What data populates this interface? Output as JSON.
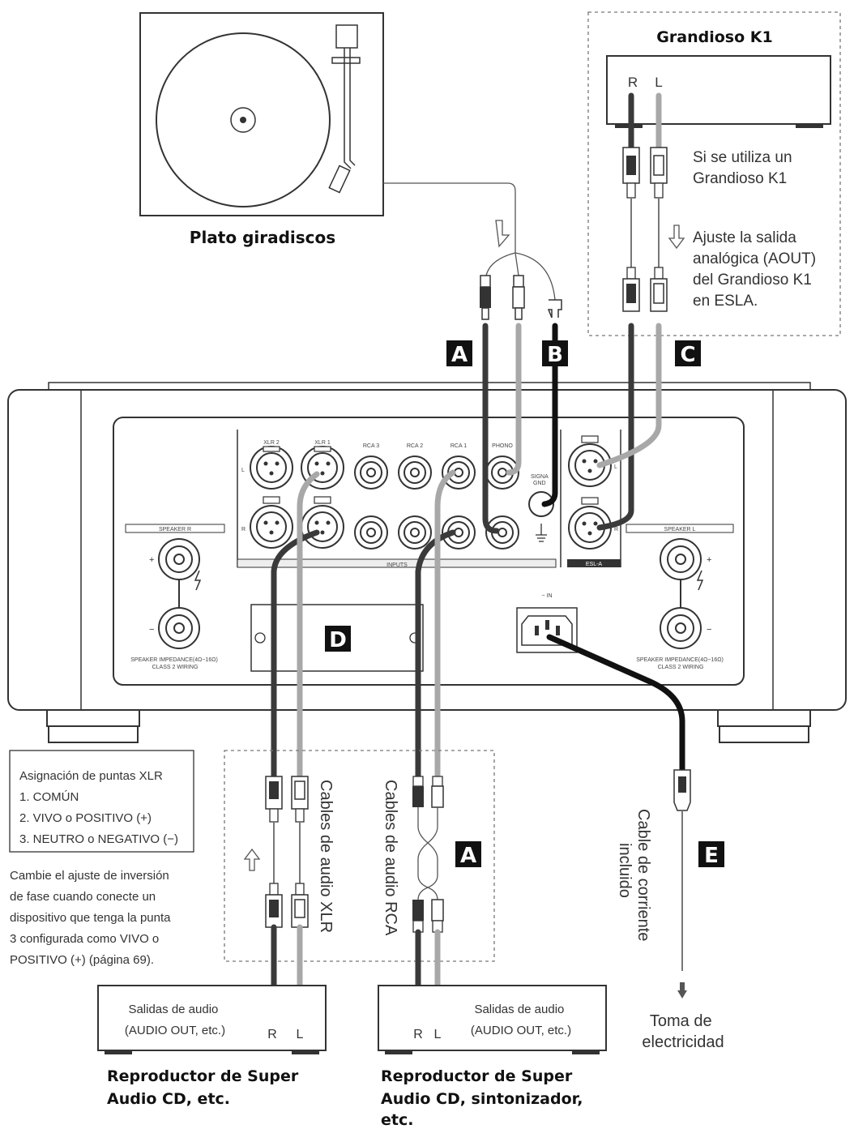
{
  "turntable": {
    "label": "Plato giradiscos"
  },
  "grandioso": {
    "title": "Grandioso K1",
    "r": "R",
    "l": "L",
    "note1": [
      "Si se utiliza un",
      "Grandioso K1"
    ],
    "note2": [
      "Ajuste la salida",
      "analógica (AOUT)",
      "del Grandioso K1",
      "en ESLA."
    ]
  },
  "badges": {
    "a_top": "A",
    "b": "B",
    "c": "C",
    "d": "D",
    "a_bottom": "A",
    "e": "E"
  },
  "amp_panel": {
    "xlr2": "XLR 2",
    "xlr1": "XLR 1",
    "rca3": "RCA 3",
    "rca2": "RCA 2",
    "rca1": "RCA 1",
    "phono": "PHONO",
    "signal_gnd": [
      "SIGNA",
      "GND"
    ],
    "inputs": "INPUTS",
    "esla": "ESL-A",
    "speaker_r": "SPEAKER  R",
    "speaker_l": "SPEAKER  L",
    "speaker_impedance": [
      "SPEAKER IMPEDANCE(4Ω~16Ω)",
      "CLASS 2 WIRING"
    ],
    "ac_in": "~ IN",
    "lbl_l": "L",
    "lbl_r": "R",
    "plus": "+",
    "minus": "−"
  },
  "xlr_pins": {
    "lines": [
      "Asignación de puntas XLR",
      "1. COMÚN",
      "2. VIVO o POSITIVO (+)",
      "3. NEUTRO o NEGATIVO (−)"
    ]
  },
  "phase_note": {
    "lines": [
      "Cambie el ajuste de inversión",
      "de fase cuando conecte un",
      "dispositivo que tenga la punta",
      "3 configurada como VIVO o",
      "POSITIVO (+) (página 69)."
    ]
  },
  "cables": {
    "xlr": "Cables de audio XLR",
    "rca": "Cables de audio RCA",
    "power": [
      "Cable de corriente",
      "incluido"
    ]
  },
  "outlet": [
    "Toma de",
    "electricidad"
  ],
  "source_left": {
    "outputs": [
      "Salidas de audio",
      "(AUDIO OUT, etc.)"
    ],
    "r": "R",
    "l": "L",
    "name": [
      "Reproductor de Super",
      "Audio CD, etc."
    ]
  },
  "source_right": {
    "outputs": [
      "Salidas de audio",
      "(AUDIO OUT, etc.)"
    ],
    "r": "R",
    "l": "L",
    "name": [
      "Reproductor de Super",
      "Audio CD, sintonizador,",
      "etc."
    ]
  },
  "colors": {
    "dark_cable": "#3a3a3a",
    "light_cable": "#a8a8a8",
    "power_cable": "#111111"
  }
}
